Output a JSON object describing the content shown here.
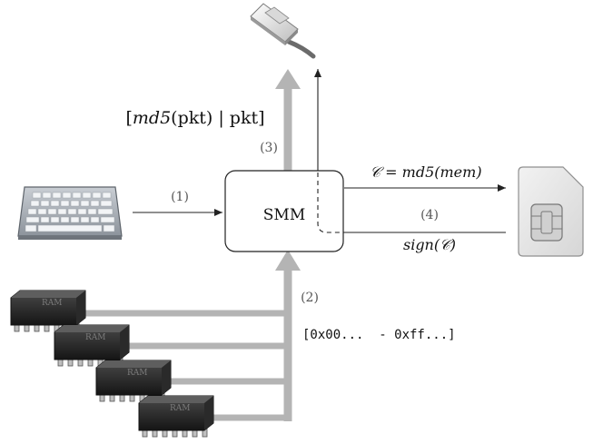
{
  "diagram": {
    "smm_box_label": "SMM",
    "step1_label": "(1)",
    "step2_label": "(2)",
    "step3_label": "(3)",
    "step4_label": "(4)",
    "packet_label_prefix": "[",
    "packet_label_md5": "md5",
    "packet_label_rest": "(pkt) | pkt]",
    "hash_label_c": "𝒞",
    "hash_label_eq": " = ",
    "hash_label_md5": "md5",
    "hash_label_mem": "(mem)",
    "sign_label_text": "sign",
    "sign_label_arg": "(𝒞)",
    "memory_range_label": "[0x00...  - 0xff...]",
    "ram_chip_text": "RAM"
  },
  "colors": {
    "thick_arrow": "#b4b4b4",
    "thin_line": "#222222",
    "label_gray": "#555555",
    "sim_card": "#e9e9e9"
  },
  "icons": {
    "network": "ethernet-plug-icon",
    "keyboard": "keyboard-icon",
    "sim": "sim-card-icon",
    "ram": "ram-chip-icon"
  }
}
